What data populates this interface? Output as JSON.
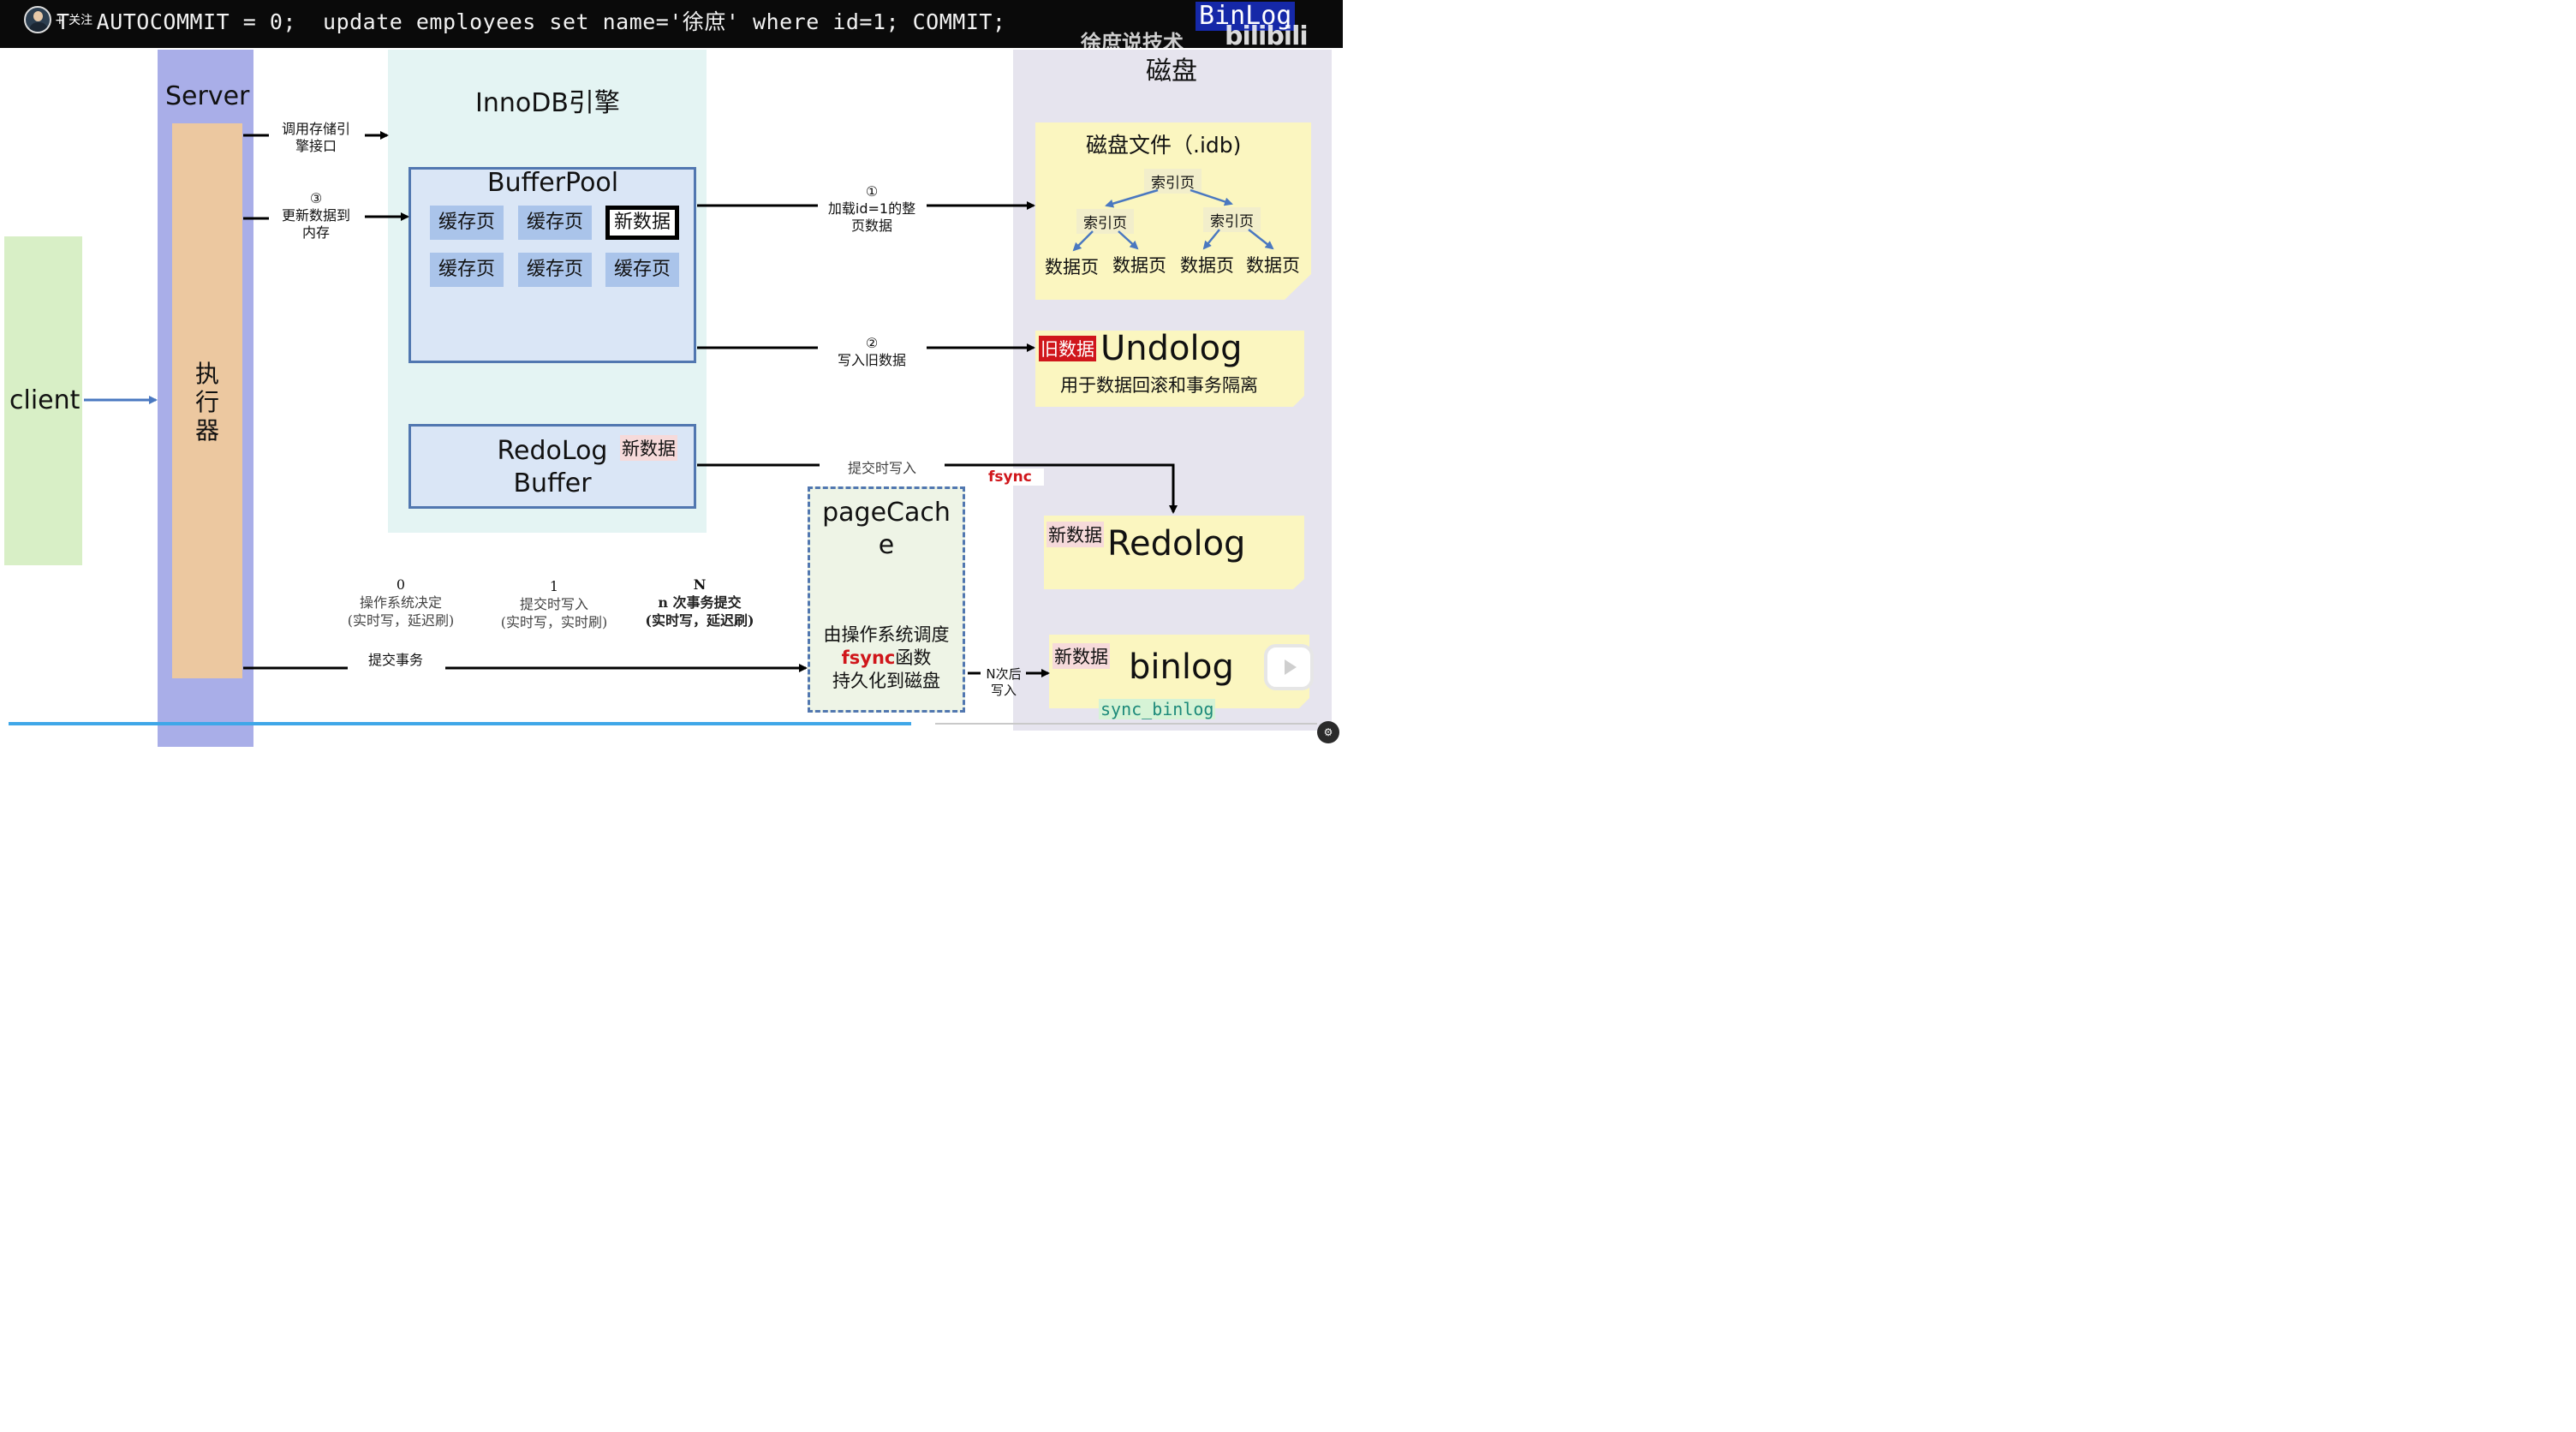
{
  "topbar": {
    "sql": "T  AUTOCOMMIT = 0;  update employees set name='徐庶' where id=1; COMMIT;",
    "follow": "+ 关注",
    "corner_title": "BinLog",
    "watermark": "徐庶说技术",
    "platform": "bilibili"
  },
  "client": {
    "label": "client"
  },
  "server": {
    "label": "Server",
    "executor": "执行器"
  },
  "innodb": {
    "label": "InnoDB引擎",
    "bufferpool": {
      "label": "BufferPool",
      "pages": [
        "缓存页",
        "缓存页",
        "新数据",
        "缓存页",
        "缓存页",
        "缓存页"
      ]
    },
    "redolog_buffer": {
      "label": "RedoLog Buffer",
      "tag": "新数据"
    }
  },
  "flows": {
    "call_storage": "调用存储引擎接口",
    "step3_num": "③",
    "step3": "更新数据到内存",
    "step1_num": "①",
    "step1": "加载id=1的整页数据",
    "step2_num": "②",
    "step2": "写入旧数据",
    "commit_write": "提交时写入",
    "fsync": "fsync",
    "commit_tx": "提交事务",
    "n_after": "N次后写入"
  },
  "redo_strategies": [
    {
      "value": "0",
      "title": "操作系统决定",
      "detail": "(实时写，延迟刷)"
    },
    {
      "value": "1",
      "title": "提交时写入",
      "detail": "(实时写，实时刷)"
    },
    {
      "value": "N",
      "title": "n 次事务提交",
      "detail": "(实时写，延迟刷)"
    }
  ],
  "disk": {
    "label": "磁盘",
    "idb": {
      "label": "磁盘文件（.idb)",
      "root": "索引页",
      "children": [
        "索引页",
        "索引页"
      ],
      "leaves": [
        "数据页",
        "数据页",
        "数据页",
        "数据页"
      ]
    },
    "undolog": {
      "old_tag": "旧数据",
      "label": "Undolog",
      "desc": "用于数据回滚和事务隔离"
    },
    "redolog": {
      "tag": "新数据",
      "label": "Redolog"
    },
    "binlog": {
      "tag": "新数据",
      "label": "binlog",
      "sync": "sync_binlog"
    }
  },
  "pagecache": {
    "label": "pageCache",
    "desc_pre": "由操作系统调度",
    "desc_fsync": "fsync",
    "desc_fn": "函数",
    "desc_post": "持久化到磁盘"
  },
  "player": {
    "progress": 0.69
  },
  "colors": {
    "client": "#d8efc6",
    "server": "#a9aee8",
    "executor": "#ecc8a0",
    "innodb": "#e4f4f3",
    "bufferpool": "#dae6f6",
    "page": "#aac4ea",
    "disk": "#e6e4ee",
    "note": "#fbf6c0",
    "accent_red": "#d0161b",
    "progress": "#3fa7e8"
  }
}
